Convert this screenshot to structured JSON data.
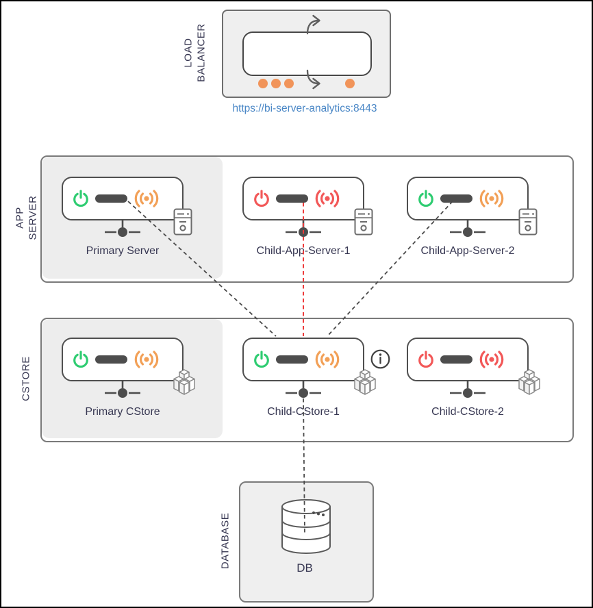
{
  "colors": {
    "green": "#2ecc71",
    "red": "#f25858",
    "orange": "#f2a057",
    "line_gray": "#4a4a4a",
    "line_red": "#ee3b3b",
    "link_blue": "#4a87c6",
    "text": "#373752",
    "accent_orange": "#f1945a"
  },
  "load_balancer": {
    "label": "LOAD\nBALANCER",
    "url": "https://bi-server-analytics:8443",
    "icon": "load-balancer-icon"
  },
  "app_server": {
    "label": "APP SERVER",
    "nodes": [
      {
        "label": "Primary Server",
        "power": "green",
        "signal": "orange",
        "type_icon": "server-tower-icon"
      },
      {
        "label": "Child-App-Server-1",
        "power": "red",
        "signal": "red",
        "type_icon": "server-tower-icon"
      },
      {
        "label": "Child-App-Server-2",
        "power": "green",
        "signal": "orange",
        "type_icon": "server-tower-icon"
      }
    ]
  },
  "cstore": {
    "label": "CSTORE",
    "nodes": [
      {
        "label": "Primary CStore",
        "power": "green",
        "signal": "orange",
        "type_icon": "packages-icon"
      },
      {
        "label": "Child-CStore-1",
        "power": "green",
        "signal": "orange",
        "type_icon": "packages-icon",
        "info": true
      },
      {
        "label": "Child-CStore-2",
        "power": "red",
        "signal": "red",
        "type_icon": "packages-icon"
      }
    ]
  },
  "database": {
    "label": "DATABASE",
    "db_label": "DB",
    "icon": "database-cylinder-icon"
  }
}
